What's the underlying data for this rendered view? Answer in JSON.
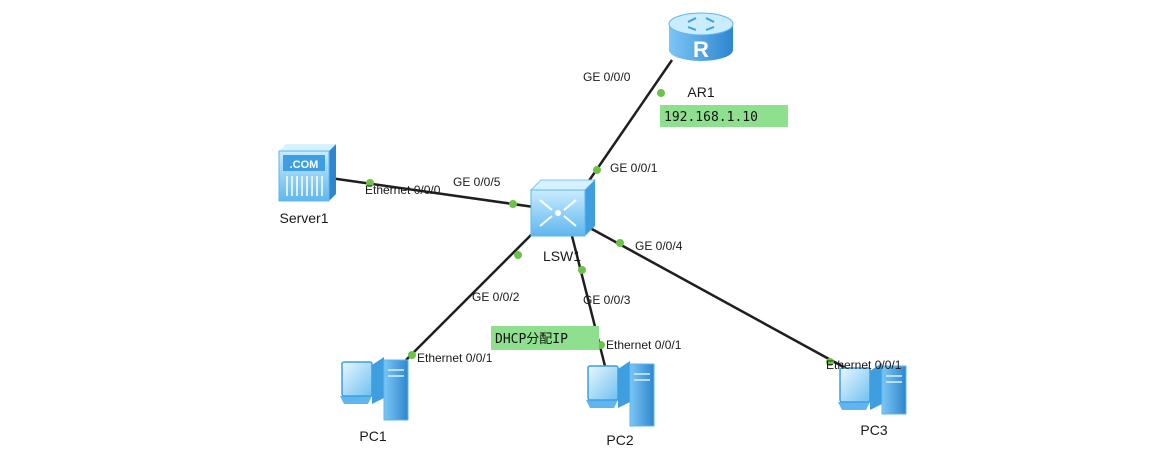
{
  "devices": {
    "router": {
      "label": "AR1",
      "icon": "router-icon",
      "glyph": "R"
    },
    "switch": {
      "label": "LSW1",
      "icon": "switch-icon"
    },
    "server": {
      "label": "Server1",
      "icon": "server-icon",
      "badge": ".COM"
    },
    "pc1": {
      "label": "PC1",
      "icon": "pc-icon"
    },
    "pc2": {
      "label": "PC2",
      "icon": "pc-icon"
    },
    "pc3": {
      "label": "PC3",
      "icon": "pc-icon"
    }
  },
  "links": {
    "router_switch": {
      "router_port": "GE 0/0/0",
      "switch_port": "GE 0/0/1"
    },
    "server_switch": {
      "server_port": "Ethernet 0/0/0",
      "switch_port": "GE 0/0/5"
    },
    "pc1_switch": {
      "switch_port": "GE 0/0/2",
      "pc_port": "Ethernet 0/0/1"
    },
    "pc2_switch": {
      "switch_port": "GE 0/0/3",
      "pc_port": "Ethernet 0/0/1"
    },
    "pc3_switch": {
      "switch_port": "GE 0/0/4",
      "pc_port": "Ethernet 0/0/1"
    }
  },
  "notes": {
    "router_ip": "192.168.1.10",
    "dhcp": "DHCP分配IP"
  },
  "colors": {
    "link": "#1f1f1f",
    "port_dot": "#6cc24a",
    "note_bg": "#8ee08e",
    "device_light": "#b9e3fb",
    "device_mid": "#5fb6ee",
    "device_dark": "#2e86cf"
  }
}
